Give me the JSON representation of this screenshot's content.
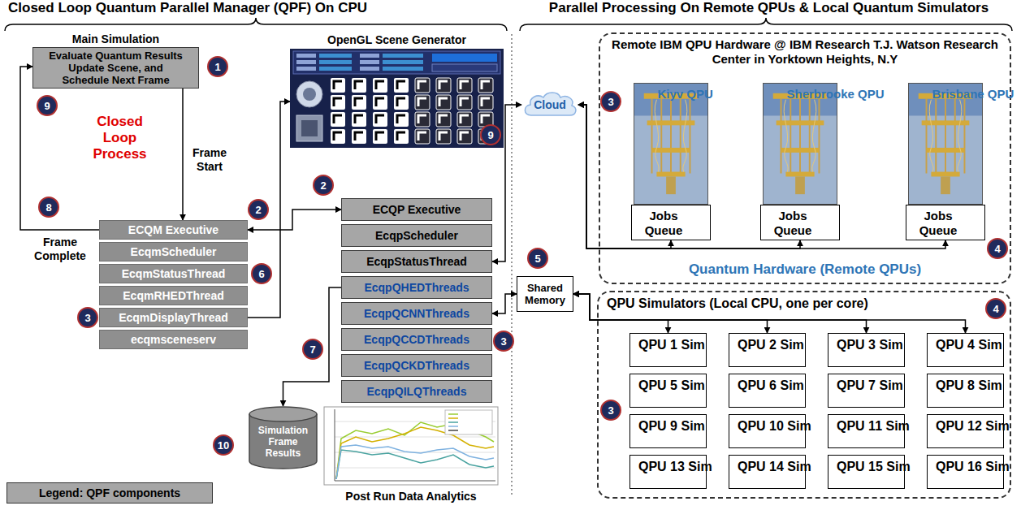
{
  "diagram": {
    "nodes": [
      {
        "text": [
          "Main Simulation",
          "Evaluate Quantum Results Update Scene, and Schedule Next Frame"
        ]
      },
      {
        "text": [
          "OpenGL Scene Generator"
        ]
      },
      {
        "text": [
          "ECQM Executive"
        ]
      },
      {
        "text": [
          "EcqmScheduler"
        ]
      },
      {
        "text": [
          "EcqmStatusThread"
        ]
      },
      {
        "text": [
          "EcqmRHEDThread"
        ]
      },
      {
        "text": [
          "EcqmDisplayThread"
        ]
      },
      {
        "text": [
          "ecqmsceneserv"
        ]
      },
      {
        "text": [
          "ECQP Executive"
        ]
      },
      {
        "text": [
          "EcqpScheduler"
        ]
      },
      {
        "text": [
          "EcqpStatusThread"
        ]
      },
      {
        "text": [
          "EcqpQHEDThreads"
        ]
      },
      {
        "text": [
          "EcqpQCNNThreads"
        ]
      },
      {
        "text": [
          "EcqpQCCDThreads"
        ]
      },
      {
        "text": [
          "EcqpQCKDThreads"
        ]
      },
      {
        "text": [
          "EcqpQILQThreads"
        ]
      },
      {
        "text": [
          "Cloud"
        ]
      },
      {
        "text": [
          "Shared Memory"
        ]
      },
      {
        "text": [
          "Simulation Frame Results"
        ]
      },
      {
        "text": [
          "Post Run Data Analytics"
        ]
      },
      {
        "text": [
          "Remote IBM QPU Hardware @ IBM Research T.J. Watson Research Center in Yorktown Heights, N.Y",
          "Quantum Hardware (Remote QPUs)"
        ]
      },
      {
        "text": [
          "Kiyv QPU"
        ],
        "in": 20
      },
      {
        "text": [
          "Jobs Queue"
        ],
        "in": 20
      },
      {
        "text": [
          "Sherbrooke QPU"
        ],
        "in": 20
      },
      {
        "text": [
          "Jobs Queue"
        ],
        "in": 20
      },
      {
        "text": [
          "Brisbane QPU"
        ],
        "in": 20
      },
      {
        "text": [
          "Jobs Queue"
        ],
        "in": 20
      },
      {
        "text": [
          "QPU Simulators (Local CPU, one per core)"
        ]
      },
      {
        "text": [
          "QPU 1 Sim"
        ],
        "in": 27
      },
      {
        "text": [
          "QPU 2 Sim"
        ],
        "in": 27
      },
      {
        "text": [
          "QPU 3 Sim"
        ],
        "in": 27
      },
      {
        "text": [
          "QPU 4 Sim"
        ],
        "in": 27
      },
      {
        "text": [
          "QPU 5 Sim"
        ],
        "in": 27
      },
      {
        "text": [
          "QPU 6 Sim"
        ],
        "in": 27
      },
      {
        "text": [
          "QPU 7 Sim"
        ],
        "in": 27
      },
      {
        "text": [
          "QPU 8 Sim"
        ],
        "in": 27
      },
      {
        "text": [
          "QPU 9 Sim"
        ],
        "in": 27
      },
      {
        "text": [
          "QPU 10 Sim"
        ],
        "in": 27
      },
      {
        "text": [
          "QPU 11 Sim"
        ],
        "in": 27
      },
      {
        "text": [
          "QPU 12 Sim"
        ],
        "in": 27
      },
      {
        "text": [
          "QPU 13 Sim"
        ],
        "in": 27
      },
      {
        "text": [
          "QPU 14 Sim"
        ],
        "in": 27
      },
      {
        "text": [
          "QPU 15 Sim"
        ],
        "in": 27
      },
      {
        "text": [
          "QPU 16 Sim"
        ],
        "in": 27
      }
    ],
    "edges": [
      {
        "from": 0,
        "to": 2,
        "arrow": "to",
        "label": "Frame Start"
      },
      {
        "from": 2,
        "to": 0,
        "arrow": "to",
        "label": "Frame Complete"
      },
      {
        "from": 2,
        "to": 8,
        "arrow": "both"
      },
      {
        "from": 6,
        "to": 1,
        "arrow": "to"
      },
      {
        "from": 10,
        "to": 16,
        "arrow": "both"
      },
      {
        "from": 12,
        "to": 17,
        "arrow": "both"
      },
      {
        "from": 16,
        "to": 22,
        "arrow": "both"
      },
      {
        "from": 16,
        "to": 24,
        "arrow": "both"
      },
      {
        "from": 16,
        "to": 26,
        "arrow": "both"
      },
      {
        "from": 17,
        "to": 28,
        "arrow": "both"
      },
      {
        "from": 17,
        "to": 29,
        "arrow": "both"
      },
      {
        "from": 17,
        "to": 30,
        "arrow": "both"
      },
      {
        "from": 17,
        "to": 31,
        "arrow": "both"
      },
      {
        "from": 11,
        "to": 18,
        "arrow": "to"
      }
    ],
    "labels": [
      "Closed Loop Quantum Parallel Manager (QPF) On CPU",
      "Parallel Processing On Remote QPUs & Local Quantum Simulators",
      "Closed Loop Process",
      "1",
      "9",
      "9",
      "8",
      "2",
      "6",
      "3",
      "2",
      "3",
      "5",
      "7",
      "10",
      "3",
      "4",
      "3",
      "4"
    ],
    "legend": [
      {
        "text": "Legend: QPF components",
        "color": "#a6a6a6"
      }
    ]
  }
}
